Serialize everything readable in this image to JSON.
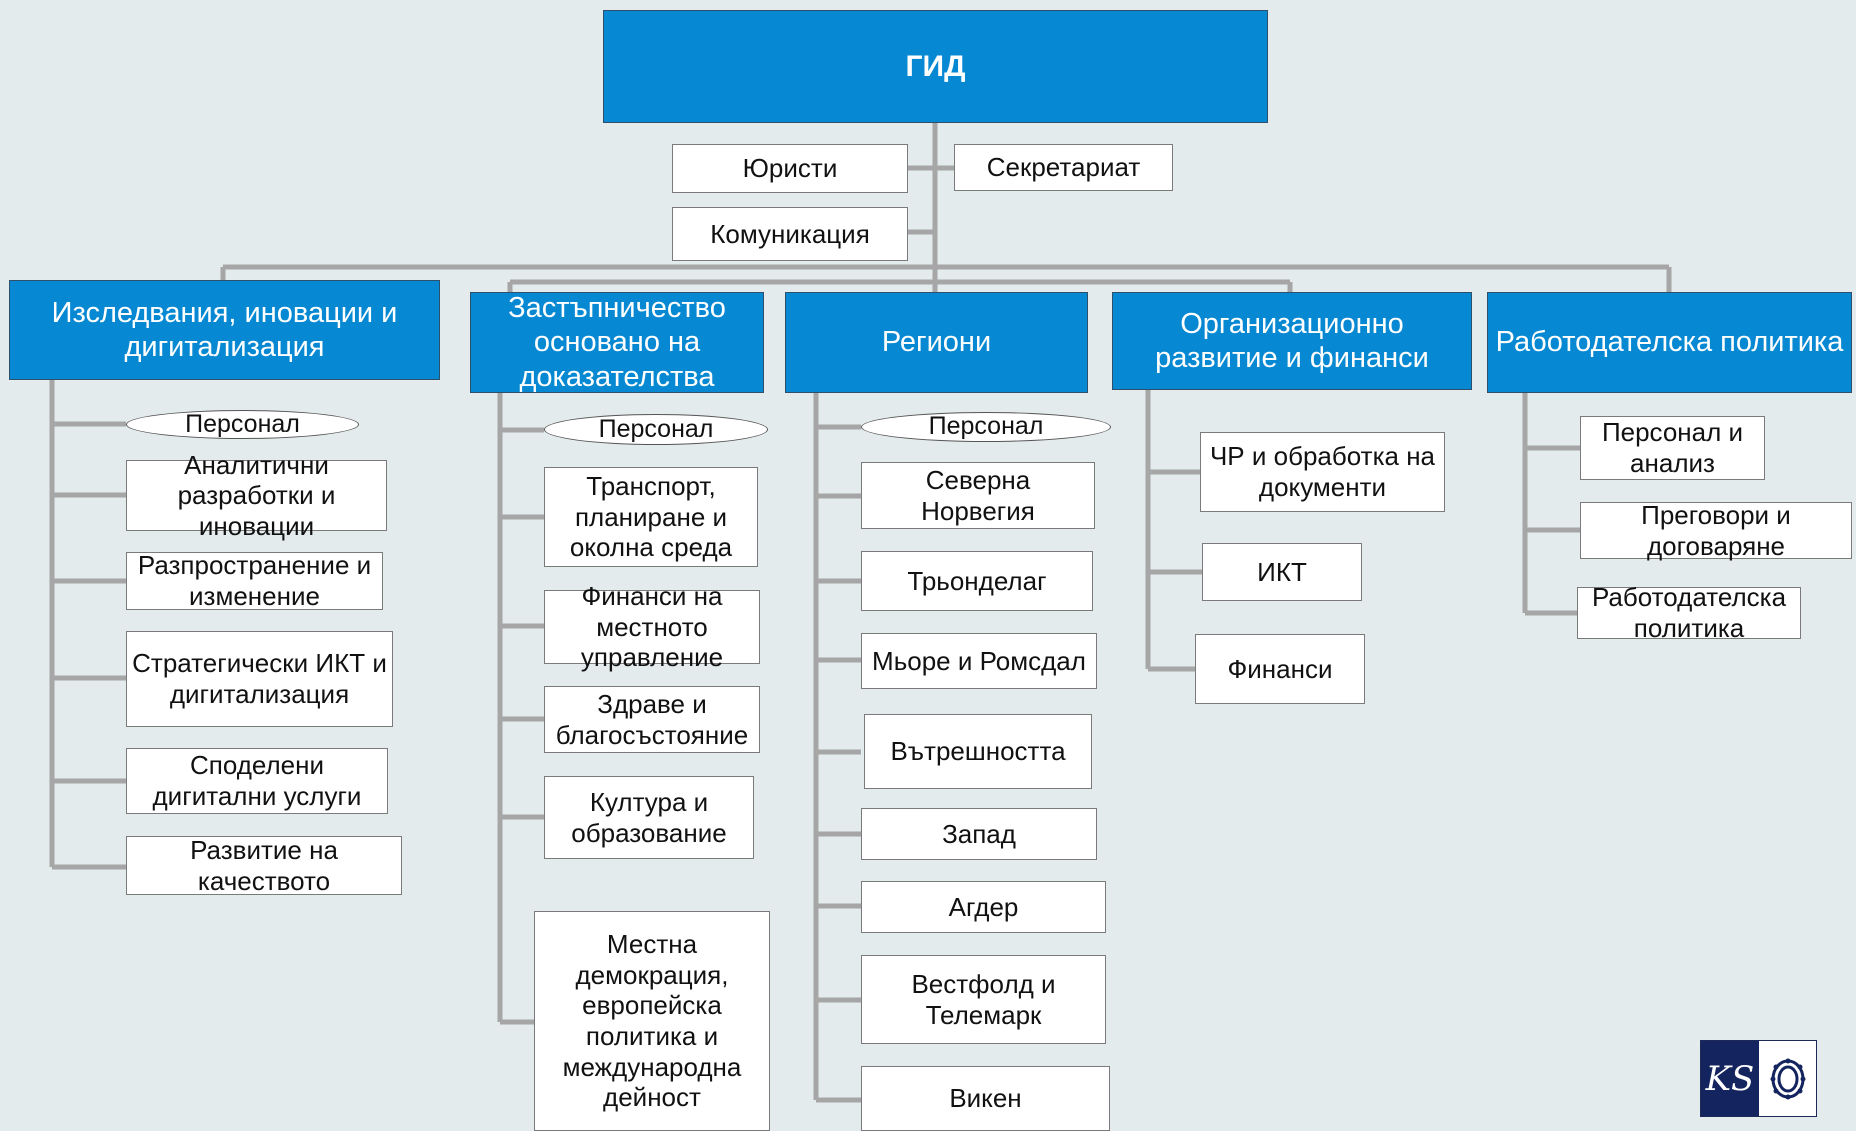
{
  "top": "ГИД",
  "staff": {
    "lawyers": "Юристи",
    "secretariat": "Секретариат",
    "communication": "Комуникация"
  },
  "departments": [
    {
      "title": "Изследвания, иновации и дигитализация",
      "staff_label": "Персонал",
      "units": [
        "Аналитични разработки и иновации",
        "Разпространение и изменение",
        "Стратегически ИКТ и дигитализация",
        "Споделени дигитални услуги",
        "Развитие на качеството"
      ]
    },
    {
      "title": "Застъпничество основано на доказателства",
      "staff_label": "Персонал",
      "units": [
        "Транспорт, планиране и околна среда",
        "Финанси на местното управление",
        "Здраве и благосъстояние",
        "Култура и образование",
        "Местна демокрация, европейска политика и международна дейност"
      ]
    },
    {
      "title": "Региони",
      "staff_label": "Персонал",
      "units": [
        "Северна Норвегия",
        "Трьонделаг",
        "Мьоре и Ромсдал",
        "Вътрешността",
        "Запад",
        "Агдер",
        "Вестфолд и Телемарк",
        "Викен"
      ]
    },
    {
      "title": "Организационно развитие и финанси",
      "units": [
        "ЧР и обработка на документи",
        "ИКТ",
        "Финанси"
      ]
    },
    {
      "title": "Работодателска политика",
      "units": [
        "Персонал и анализ",
        "Преговори и договаряне",
        "Работодателска политика"
      ]
    }
  ],
  "logo": {
    "text": "KS",
    "name": "ks-logo"
  },
  "colors": {
    "header_blue": "#0788d2",
    "line_gray": "#a6a6a6",
    "background": "#e4ebec"
  }
}
